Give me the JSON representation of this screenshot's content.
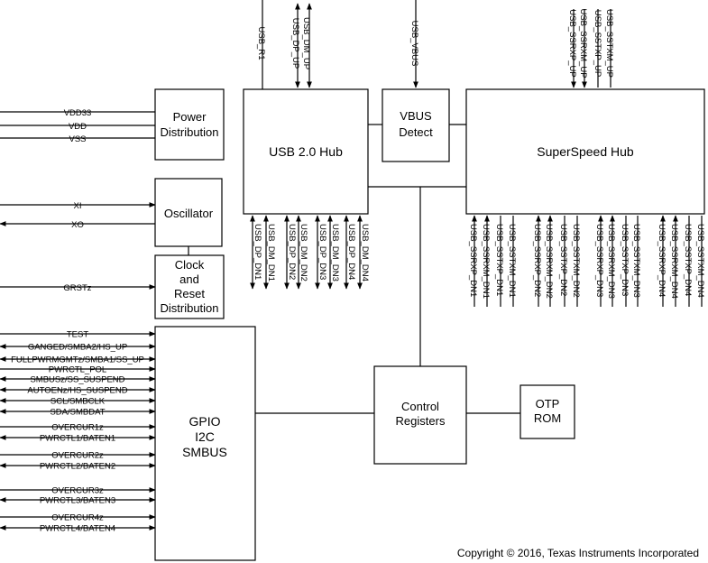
{
  "blocks": {
    "power": [
      "Power",
      "Distribution"
    ],
    "osc": [
      "Oscillator"
    ],
    "clock": [
      "Clock",
      "and",
      "Reset",
      "Distribution"
    ],
    "gpio": [
      "GPIO",
      "I2C",
      "SMBUS"
    ],
    "usb2": [
      "USB 2.0 Hub"
    ],
    "vbus": [
      "VBUS",
      "Detect"
    ],
    "ss": [
      "SuperSpeed Hub"
    ],
    "ctrl": [
      "Control",
      "Registers"
    ],
    "otp": [
      "OTP",
      "ROM"
    ]
  },
  "left_signals": {
    "power": [
      "VDD33",
      "VDD",
      "VSS"
    ],
    "xi": "XI",
    "xo": "XO",
    "grst": "GRSTz",
    "gpio": [
      "TEST",
      "GANGED/SMBA2/HS_UP",
      "FULLPWRMGMTz/SMBA1/SS_UP",
      "PWRCTL_POL",
      "SMBUSz/SS_SUSPEND",
      "AUTOENz/HS_SUSPEND",
      "SCL/SMBCLK",
      "SDA/SMBDAT",
      "OVERCUR1z",
      "PWRCTL1/BATEN1",
      "OVERCUR2z",
      "PWRCTL2/BATEN2",
      "OVERCUR3z",
      "PWRCTL3/BATEN3",
      "OVERCUR4z",
      "PWRCTL4/BATEN4"
    ]
  },
  "top_signals": {
    "usb_r1": "USB_R1",
    "usb_up": [
      "USB_DM_UP",
      "USB_DP_UP"
    ],
    "vbus": "USB_VBUS",
    "ss_up": [
      "USB_SSRXM_UP",
      "USB_SSRXP_UP",
      "USB_SSTXM_UP",
      "USB_SSTXP_UP"
    ]
  },
  "bottom_signals": {
    "usb2": [
      "USB_DP_DN1",
      "USB_DM_DN1",
      "USB_DP_DN2",
      "USB_DM_DN2",
      "USB_DP_DN3",
      "USB_DM_DN3",
      "USB_DP_DN4",
      "USB_DM_DN4"
    ],
    "ss": [
      "USB_SSRXP_DN1",
      "USB_SSRXM_DN1",
      "USB_SSTXP_DN1",
      "USB_SSTXM_DN1",
      "USB_SSRXP_DN2",
      "USB_SSRXM_DN2",
      "USB_SSTXP_DN2",
      "USB_SSTXM_DN2",
      "USB_SSRXP_DN3",
      "USB_SSRXM_DN3",
      "USB_SSTXP_DN3",
      "USB_SSTXM_DN3",
      "USB_SSRXP_DN4",
      "USB_SSRXM_DN4",
      "USB_SSTXP_DN4",
      "USB_SSTXM_DN4"
    ]
  },
  "copyright": "Copyright © 2016, Texas Instruments Incorporated"
}
